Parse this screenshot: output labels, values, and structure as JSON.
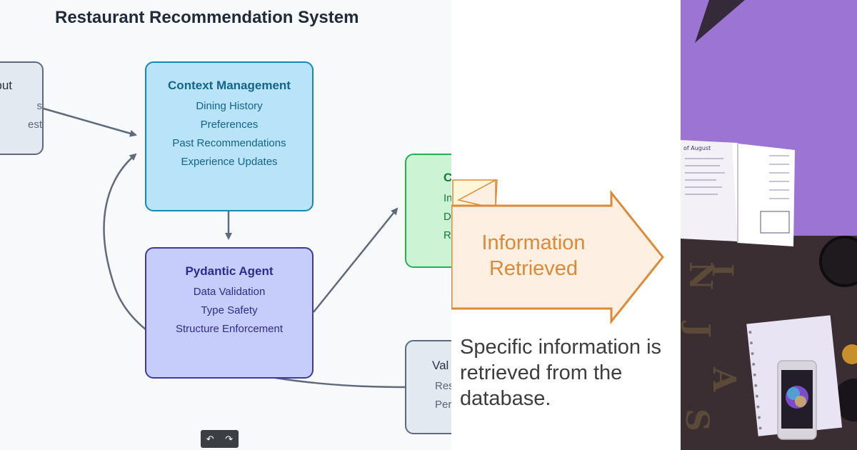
{
  "diagram": {
    "title": "Restaurant Recommendation System",
    "nodes": {
      "input": {
        "title": "put",
        "items": [
          "s",
          "est"
        ]
      },
      "context": {
        "title": "Context Management",
        "items": [
          "Dining History",
          "Preferences",
          "Past Recommendations",
          "Experience Updates"
        ]
      },
      "pydantic": {
        "title": "Pydantic Agent",
        "items": [
          "Data Validation",
          "Type Safety",
          "Structure Enforcement"
        ]
      },
      "output": {
        "title": "C",
        "items": [
          "Int",
          "De",
          "Re"
        ]
      },
      "validation": {
        "title": "Val",
        "items": [
          "Res",
          "Pers"
        ]
      }
    },
    "nav": {
      "prev": "↶",
      "next": "↷"
    }
  },
  "slide": {
    "arrow_label": "Information Retrieved",
    "caption": "Specific information is retrieved from the database.",
    "colors": {
      "arrow_fill": "#fdefe1",
      "arrow_stroke": "#dd8a36",
      "text": "#3d3d3d"
    }
  },
  "photo": {
    "notebook_heading": "of August",
    "wall_letters": [
      "N",
      "I",
      "N",
      "J",
      "A",
      "S"
    ],
    "colors": {
      "wall": "#9b74d4",
      "desk": "#2a2228"
    }
  }
}
